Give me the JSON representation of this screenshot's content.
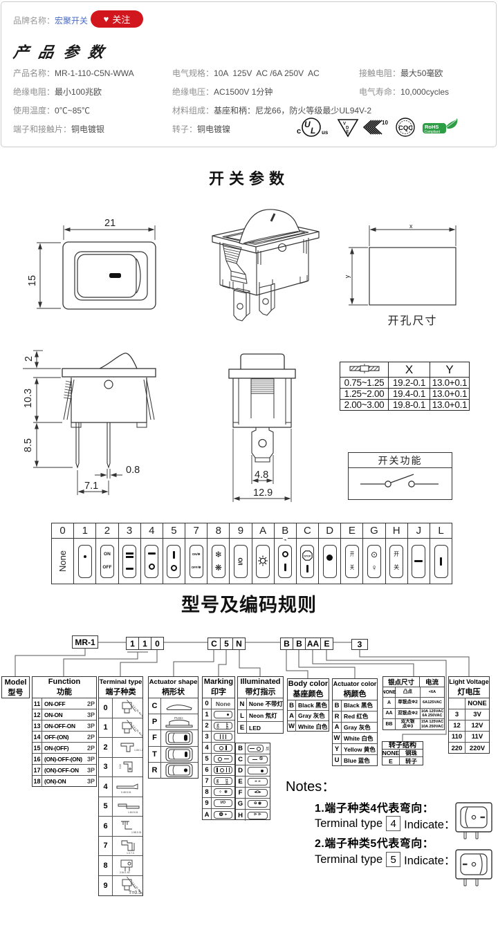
{
  "header": {
    "brand_label": "品牌名称：",
    "brand_name": "宏聚开关",
    "follow_button": "关注",
    "section_title": "产品参数",
    "specs": [
      {
        "label": "产品名称：",
        "value": "MR-1-110-C5N-WWA"
      },
      {
        "label": "电气规格：",
        "value": "10A  125V  AC /6A 250V  AC"
      },
      {
        "label": "接触电阻：",
        "value": "最大50毫欧"
      },
      {
        "label": "绝缘电阻：",
        "value": "最小100兆欧"
      },
      {
        "label": "绝缘电压：",
        "value": "AC1500V 1分钟"
      },
      {
        "label": "电气寿命：",
        "value": "10,000cycles"
      },
      {
        "label": "使用温度：",
        "value": "0℃~85℃"
      },
      {
        "label": "材料组成：",
        "value": "基座和柄：尼龙66，防火等级最少UL94V-2"
      },
      {
        "label": "端子和接触片：",
        "value": "铜电镀银"
      },
      {
        "label": "转子：",
        "value": "铜电镀镍"
      }
    ],
    "certifications": [
      "cUL us",
      "VDE",
      "ENEC 10",
      "CQC",
      "RoHS Compliant"
    ],
    "colors": {
      "accent_red": "#d2161e",
      "link_blue": "#4a6cc3",
      "rohs_green": "#2e9e46"
    }
  },
  "section1": {
    "title": "开关参数",
    "front_view": {
      "dim_width": "21",
      "dim_height": "15"
    },
    "cutout": {
      "dim_x": "x",
      "dim_y": "y",
      "label": "开孔尺寸"
    },
    "side_view": {
      "dim_top": "2",
      "dim_body": "10.3",
      "dim_pin": "8.5",
      "dim_pin_width": "0.8",
      "dim_pin_pitch": "7.1"
    },
    "end_view": {
      "dim_blade": "4.8",
      "dim_width": "12.9"
    },
    "xy_table": {
      "col_x": "X",
      "col_y": "Y",
      "rows": [
        [
          "0.75~1.25",
          "19.2-0.1",
          "13.0+0.1"
        ],
        [
          "1.25~2.00",
          "19.4-0.1",
          "13.0+0.1"
        ],
        [
          "2.00~3.00",
          "19.8-0.1",
          "13.0+0.1"
        ]
      ]
    },
    "function_box_title": "开关功能"
  },
  "marking_codes": {
    "columns": [
      {
        "code": "0",
        "symbol": "None"
      },
      {
        "code": "1",
        "symbol": "dot"
      },
      {
        "code": "2",
        "on": "ON",
        "off": "OFF"
      },
      {
        "code": "3",
        "symbol": "double-bar / bar"
      },
      {
        "code": "4",
        "symbol": "bar / circle"
      },
      {
        "code": "5",
        "symbol": "I / circle"
      },
      {
        "code": "7",
        "on": "ON/❄",
        "off": "OFF/❄"
      },
      {
        "code": "8",
        "top": "❄",
        "bottom": "❋"
      },
      {
        "code": "9",
        "symbol": "I/O"
      },
      {
        "code": "A",
        "symbol": "lamp"
      },
      {
        "code": "B",
        "symbol": "circle / I + lamp"
      },
      {
        "code": "C",
        "stop": "STOP"
      },
      {
        "code": "D",
        "symbol": "black-dot"
      },
      {
        "code": "E",
        "top": "开",
        "bottom": "关"
      },
      {
        "code": "G",
        "top": "⊙",
        "bottom": "♀"
      },
      {
        "code": "H",
        "top": "开",
        "bottom": "关"
      },
      {
        "code": "J",
        "symbol": "bar"
      },
      {
        "code": "L",
        "symbol": "I"
      }
    ]
  },
  "coding": {
    "title": "型号及编码规则",
    "code_boxes": {
      "model": "MR-1",
      "g1": [
        "1",
        "1",
        "0"
      ],
      "g2": [
        "C",
        "5",
        "N"
      ],
      "g3": [
        "B",
        "B",
        "AA",
        "E"
      ],
      "g4": "3"
    },
    "model_box": {
      "en": "Model",
      "zh": "型号"
    },
    "function": {
      "en": "Function",
      "zh": "功能",
      "rows": [
        [
          "11",
          "ON-OFF",
          "2P"
        ],
        [
          "12",
          "ON-ON",
          "3P"
        ],
        [
          "13",
          "ON-OFF-ON",
          "3P"
        ],
        [
          "14",
          "OFF-(ON)",
          "2P"
        ],
        [
          "15",
          "ON-(OFF)",
          "2P"
        ],
        [
          "16",
          "(ON)-OFF-(ON)",
          "3P"
        ],
        [
          "17",
          "(ON)-OFF-ON",
          "3P"
        ],
        [
          "18",
          "(ON)-ON",
          "3P"
        ]
      ]
    },
    "terminal": {
      "en": "Terminal type",
      "zh": "端子种类",
      "codes": [
        "0",
        "1",
        "2",
        "3",
        "4",
        "5",
        "6",
        "7",
        "8",
        "9"
      ],
      "dims": [
        "3.4 1.91 Φ0.52",
        "3.4 1.91 Φ0.84",
        "1.06 1.28",
        "3.22",
        "0.48 5.01",
        "1.84 5.01",
        "1.98 0.31",
        "1.3 7.3",
        "2.54 1.92",
        "3.4 1.91 Φ0.84"
      ],
      "note": "T=0.5"
    },
    "actuator_shape": {
      "en": "Actuator shape",
      "zh": "柄形状",
      "codes": [
        "C",
        "P",
        "F",
        "T",
        "R"
      ],
      "push_label": "PUSH"
    },
    "marking": {
      "en": "Marking",
      "zh": "印字",
      "rows": [
        {
          "code": "0",
          "label": "None"
        },
        {
          "code": "1",
          "label": "dot"
        },
        {
          "code": "2",
          "label": "on-off",
          "on": "ON",
          "off": "OFF"
        },
        {
          "code": "3",
          "label": "I II"
        },
        {
          "code": "4",
          "label": "O I"
        },
        {
          "code": "5",
          "label": "O -"
        },
        {
          "code": "6",
          "label": "I O II"
        },
        {
          "code": "7",
          "label": "on/off",
          "on": "ON",
          "off": "OFF"
        },
        {
          "code": "8",
          "label": "❄",
          "dots": "⁘"
        },
        {
          "code": "9",
          "label": "I/O"
        },
        {
          "code": "A",
          "label": "lamp",
          "sym": "❂",
          "arrow": "▸"
        }
      ],
      "rows2": [
        {
          "code": "B",
          "label": "- O",
          "extra": "反"
        },
        {
          "code": "C",
          "label": "- ①",
          "sym": "①"
        },
        {
          "code": "D",
          "label": "dot"
        },
        {
          "code": "E",
          "label": "≍ ≍"
        },
        {
          "code": "F",
          "label": "◂O▸"
        },
        {
          "code": "G",
          "label": "⊖ ◉"
        },
        {
          "code": "H",
          "label": "⊳ ⊳"
        }
      ]
    },
    "illuminated": {
      "en": "Illuminated",
      "zh": "带灯指示",
      "rows": [
        [
          "N",
          "None 不带灯"
        ],
        [
          "L",
          "Neon 氖灯"
        ],
        [
          "E",
          "LED"
        ]
      ]
    },
    "body_color": {
      "en": "Body color",
      "zh": "基座颜色",
      "rows": [
        [
          "B",
          "Black 黑色"
        ],
        [
          "A",
          "Gray 灰色"
        ],
        [
          "W",
          "White 白色"
        ]
      ]
    },
    "actuator_color": {
      "en": "Actuator color",
      "zh": "柄颜色",
      "rows": [
        [
          "B",
          "Black 黑色"
        ],
        [
          "R",
          "Red 红色"
        ],
        [
          "A",
          "Gray 灰色"
        ],
        [
          "W",
          "White 白色"
        ],
        [
          "Y",
          "Yellow 黄色"
        ],
        [
          "U",
          "Blue 蓝色"
        ]
      ]
    },
    "silver": {
      "h1": "银点尺寸",
      "h2": "电流",
      "rows": [
        {
          "c": "NONE",
          "d": "凸点",
          "a": "<6A"
        },
        {
          "c": "A",
          "d": "单银点Φ2",
          "a": "6A125VAC"
        },
        {
          "c": "AA",
          "d": "双银点Φ2",
          "a": "10A 125VAC\n6A 250VAC"
        },
        {
          "c": "BB",
          "d": "双大银\n点Φ3",
          "a": "15A 125VAC\n10A 250VAC"
        }
      ]
    },
    "rotor": {
      "title": "转子结构",
      "rows": [
        [
          "NONE",
          "钢珠"
        ],
        [
          "E",
          "转子"
        ]
      ]
    },
    "light_voltage": {
      "en": "Light Voltage",
      "zh": "灯电压",
      "rows": [
        [
          "",
          "NONE"
        ],
        [
          "3",
          "3V"
        ],
        [
          "12",
          "12V"
        ],
        [
          "110",
          "11V"
        ],
        [
          "220",
          "220V"
        ]
      ]
    }
  },
  "notes": {
    "title": "Notes：",
    "n1_zh": "1.端子种类4代表弯向：",
    "n1_pre": "Terminal type",
    "n1_code": "4",
    "n1_post": "Indicate：",
    "n2_zh": "2.端子种类5代表弯向：",
    "n2_pre": "Terminal type",
    "n2_code": "5",
    "n2_post": "Indicate："
  }
}
